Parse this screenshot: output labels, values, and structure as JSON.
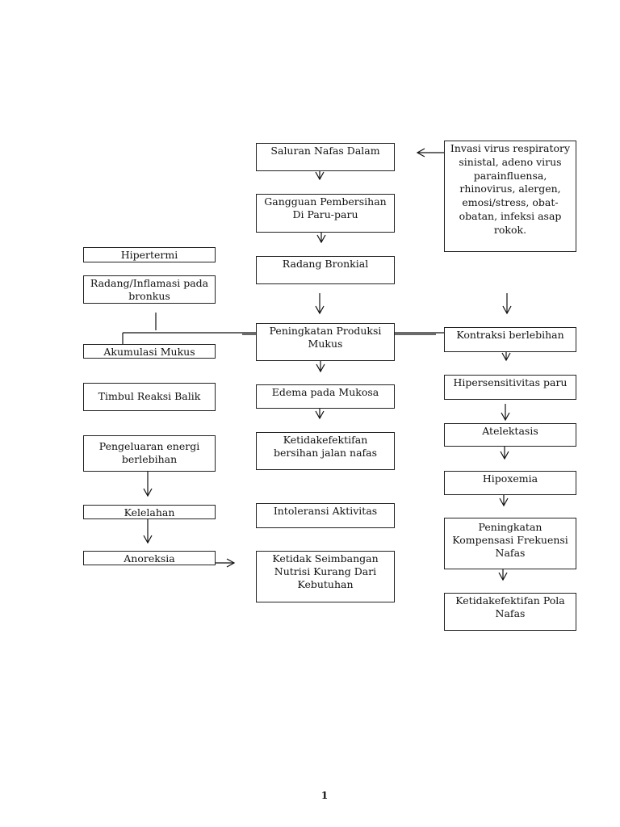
{
  "center": {
    "saluran": "Saluran Nafas Dalam",
    "gangguan": "Gangguan Pembersihan\nDi Paru-paru",
    "radang_bronkial": "Radang Bronkial",
    "peningkatan_produksi": "Peningkatan Produksi\nMukus",
    "edema": "Edema  pada Mukosa",
    "ketidakefektifan_bersihan": "Ketidakefektifan\nbersihan jalan nafas",
    "intoleransi": "Intoleransi Aktivitas",
    "nutrisi": "Ketidak Seimbangan\nNutrisi Kurang Dari\nKebutuhan"
  },
  "left": {
    "hipertermi": "Hipertermi",
    "radang_inflamasi": "Radang/Inflamasi pada\nbronkus",
    "akumulasi": "Akumulasi Mukus",
    "timbul": "Timbul Reaksi Balik",
    "pengeluaran": "Pengeluaran energi\nberlebihan",
    "kelelahan": "Kelelahan",
    "anoreksia": "Anoreksia"
  },
  "right": {
    "invasi": "Invasi virus respiratory\nsinistal, adeno virus\nparainfluensa,\nrhinovirus, alergen,\nemosi/stress, obat-\nobatan, infeksi asap\nrokok.",
    "kontraksi": "Kontraksi berlebihan",
    "hipersensitivitas": "Hipersensitivitas paru",
    "atelektasis": "Atelektasis",
    "hipoxemia": "Hipoxemia",
    "peningkatan_kompensasi": "Peningkatan\nKompensasi Frekuensi\nNafas",
    "ketidakefektifan_pola": "Ketidakefektifan Pola\nNafas"
  },
  "page_number": "1"
}
